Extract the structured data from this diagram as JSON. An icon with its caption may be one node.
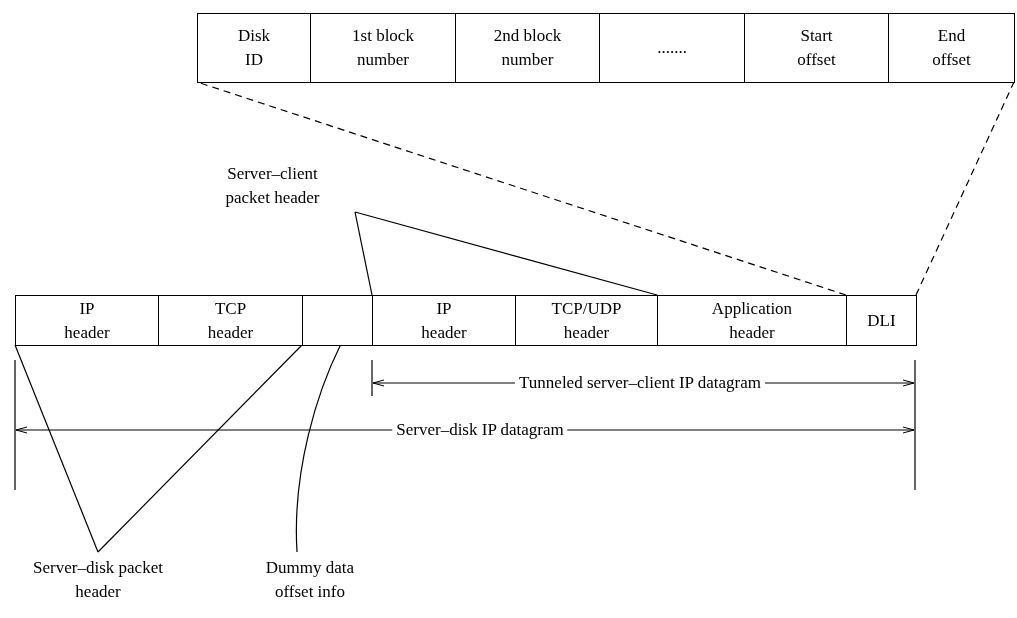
{
  "diagram": {
    "nodes": [
      {
        "text": [],
        "shape": "box"
      },
      {
        "text": [
          "Disk ID"
        ],
        "in": 0
      },
      {
        "text": [
          "1st block number"
        ],
        "in": 0
      },
      {
        "text": [
          "2nd block number"
        ],
        "in": 0
      },
      {
        "text": [
          "......."
        ],
        "in": 0
      },
      {
        "text": [
          "Start offset"
        ],
        "in": 0
      },
      {
        "text": [
          "End offset"
        ],
        "in": 0
      },
      {
        "text": [
          "Server–client packet header"
        ]
      },
      {
        "text": [
          "IP header"
        ]
      },
      {
        "text": [
          "TCP header"
        ]
      },
      {
        "text": [],
        "shape": "box"
      },
      {
        "text": [
          "IP header"
        ]
      },
      {
        "text": [
          "TCP/UDP header"
        ]
      },
      {
        "text": [
          "Application header"
        ]
      },
      {
        "text": [
          "DLI"
        ]
      },
      {
        "text": [
          "Server–disk packet header"
        ]
      },
      {
        "text": [
          "Dummy data offset info"
        ]
      }
    ],
    "edges": [
      {
        "from": 14,
        "to": 0,
        "arrow": "none",
        "style": "dashed"
      },
      {
        "from": 14,
        "to": 0,
        "arrow": "none",
        "style": "dashed"
      },
      {
        "from": 7,
        "to": 11,
        "arrow": "none"
      },
      {
        "from": 7,
        "to": 12,
        "arrow": "none"
      },
      {
        "from": 15,
        "to": 8,
        "arrow": "none"
      },
      {
        "from": 15,
        "to": 9,
        "arrow": "none"
      },
      {
        "from": 16,
        "to": 10,
        "arrow": "none"
      }
    ],
    "labels": [
      "Tunneled server–client IP datagram",
      "Server–disk IP datagram"
    ]
  }
}
